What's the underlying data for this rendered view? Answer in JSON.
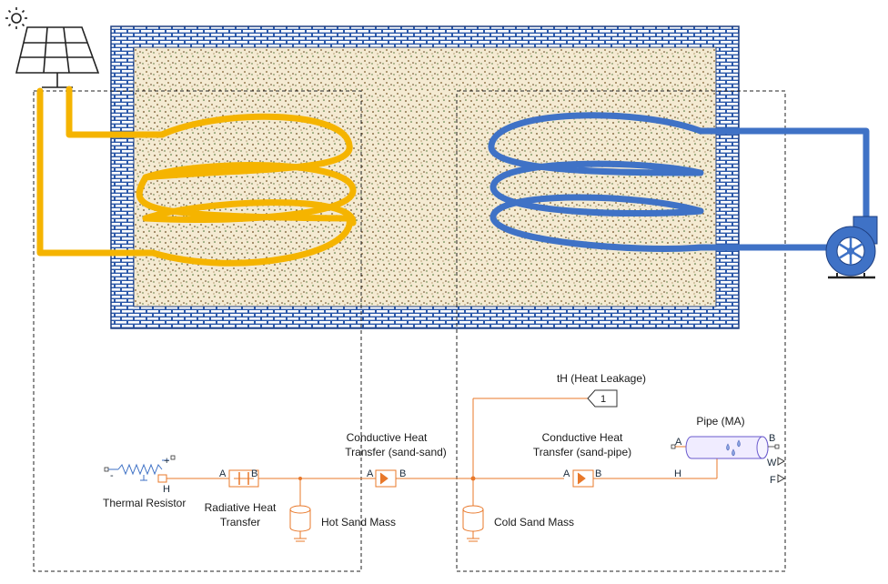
{
  "colors": {
    "hot_coil": "#f5b400",
    "cold_coil": "#3f72c6",
    "brick": "#2a57a8",
    "signal": "#e8782a",
    "sand": "#7a5a2a"
  },
  "icons": [
    "sun-icon",
    "solar-panel-icon",
    "pump-icon"
  ],
  "blocks": {
    "thermal_resistor": {
      "label": "Thermal Resistor",
      "port_plus": "+",
      "port_minus": "-",
      "port_h": "H"
    },
    "radiative": {
      "label_line1": "Radiative Heat",
      "label_line2": "Transfer",
      "port_a": "A",
      "port_b": "B"
    },
    "hot_mass": {
      "label": "Hot Sand Mass"
    },
    "cond_sand": {
      "label_line1": "Conductive Heat",
      "label_line2": "Transfer (sand-sand)",
      "port_a": "A",
      "port_b": "B"
    },
    "cold_mass": {
      "label": "Cold Sand Mass"
    },
    "outport": {
      "number": "1",
      "label": "tH (Heat Leakage)"
    },
    "cond_pipe": {
      "label_line1": "Conductive Heat",
      "label_line2": "Transfer (sand-pipe)",
      "port_a": "A",
      "port_b": "B"
    },
    "pipe": {
      "label": "Pipe (MA)",
      "port_a": "A",
      "port_b": "B",
      "port_h": "H",
      "port_w": "W",
      "port_f": "F"
    }
  }
}
